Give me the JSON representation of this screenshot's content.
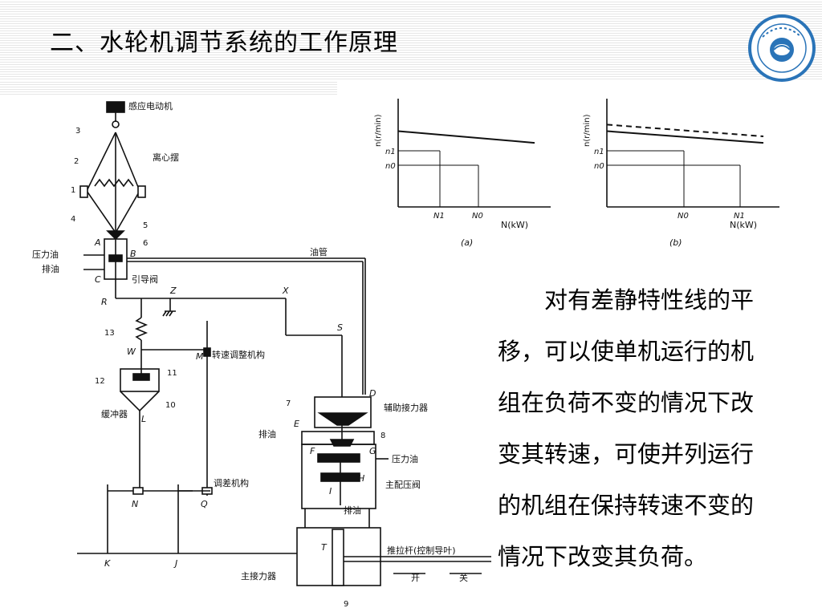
{
  "slide": {
    "title": "二、水轮机调节系统的工作原理",
    "body": "对有差静特性线的平移，可以使单机运行的机组在负荷不变的情况下改变其转速，可使并列运行的机组在保持转速不变的情况下改变其负荷。",
    "body_lines": [
      "　　对有差静特性线的平",
      "移，可以使单机运行的机",
      "组在负荷不变的情况下改",
      "变其转速，可使并列运行",
      "的机组在保持转速不变的",
      "情况下改变其负荷。"
    ]
  },
  "diagram": {
    "labels": {
      "motor": "感应电动机",
      "pendulum": "离心摆",
      "pressure_oil": "压力油",
      "drain_oil": "排油",
      "oil_pipe": "油管",
      "pilot_valve": "引导阀",
      "speed_adjust": "转速调整机构",
      "buffer": "缓冲器",
      "aux_servo": "辅助接力器",
      "drain_oil_2": "排油",
      "pressure_oil_2": "压力油",
      "main_valve": "主配压阀",
      "drain_oil_3": "排油",
      "diff_mech": "调差机构",
      "push_rod": "推拉杆(控制导叶)",
      "main_servo": "主接力器",
      "open": "开",
      "close": "关"
    },
    "letters": [
      "A",
      "B",
      "C",
      "R",
      "Z",
      "X",
      "S",
      "W",
      "M",
      "L",
      "D",
      "E",
      "F",
      "G",
      "H",
      "I",
      "N",
      "Q",
      "K",
      "J",
      "T"
    ],
    "numbers": [
      "1",
      "2",
      "3",
      "4",
      "5",
      "6",
      "7",
      "8",
      "9",
      "10",
      "11",
      "12",
      "13"
    ]
  },
  "chart_data": [
    {
      "type": "line",
      "panel_label": "(a)",
      "xlabel": "N(kW)",
      "ylabel": "n(r/min)",
      "yticks": [
        "n1",
        "n0"
      ],
      "xticks": [
        "N1",
        "N0"
      ],
      "series": [
        {
          "style": "solid",
          "points": [
            [
              0,
              1.0
            ],
            [
              1.0,
              0.82
            ]
          ]
        }
      ]
    },
    {
      "type": "line",
      "panel_label": "(b)",
      "xlabel": "N(kW)",
      "ylabel": "n(r/min)",
      "yticks": [
        "n1",
        "n0"
      ],
      "xticks": [
        "N0",
        "N1"
      ],
      "series": [
        {
          "style": "solid",
          "points": [
            [
              0,
              1.0
            ],
            [
              1.0,
              0.82
            ]
          ]
        },
        {
          "style": "dashed",
          "points": [
            [
              0,
              1.1
            ],
            [
              1.0,
              0.92
            ]
          ]
        }
      ]
    }
  ]
}
